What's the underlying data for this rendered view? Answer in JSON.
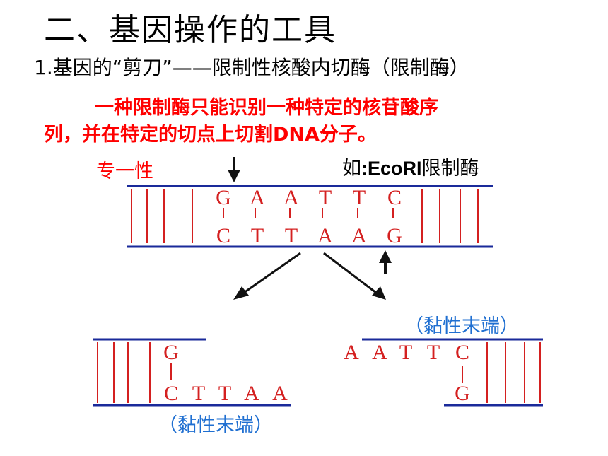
{
  "title": "二、基因操作的工具",
  "subtitle": "1.基因的“剪刀”——限制性核酸内切酶（限制酶）",
  "description": {
    "line1": "一种限制酶只能识别一种特定的核苷酸序",
    "line2": "列，并在特定的切点上切割DNA分子。"
  },
  "specificity_label": "专一性",
  "example": {
    "prefix": "如",
    "enzyme": ":EcoRI",
    "suffix": "限制酶"
  },
  "dna": {
    "top_strand": [
      "G",
      "A",
      "A",
      "T",
      "T",
      "C"
    ],
    "bottom_strand": [
      "C",
      "T",
      "T",
      "A",
      "A",
      "G"
    ]
  },
  "left_fragment": {
    "top": [
      "G"
    ],
    "bottom": [
      "C",
      "T",
      "T",
      "A",
      "A"
    ],
    "label": "（黏性末端）"
  },
  "right_fragment": {
    "top": [
      "A",
      "A",
      "T",
      "T",
      "C"
    ],
    "bottom": [
      "G"
    ],
    "label": "（黏性末端）"
  },
  "colors": {
    "base": "#d42020",
    "strand": "#1a2a9a",
    "label_blue": "#1f6fd1",
    "emphasis": "#ff0000"
  }
}
